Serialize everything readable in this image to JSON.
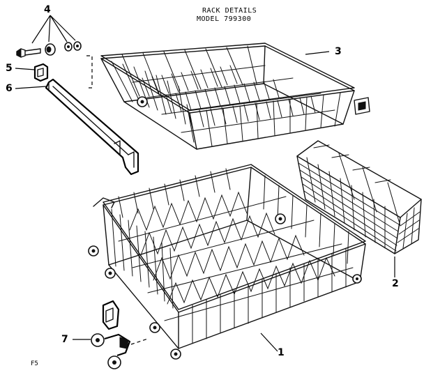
{
  "header": {
    "title": "RACK DETAILS",
    "model": "MODEL 799300"
  },
  "callouts": {
    "c1": "1",
    "c2": "2",
    "c3": "3",
    "c4": "4",
    "c5": "5",
    "c6": "6",
    "c7": "7"
  },
  "footer": {
    "code": "F5"
  }
}
